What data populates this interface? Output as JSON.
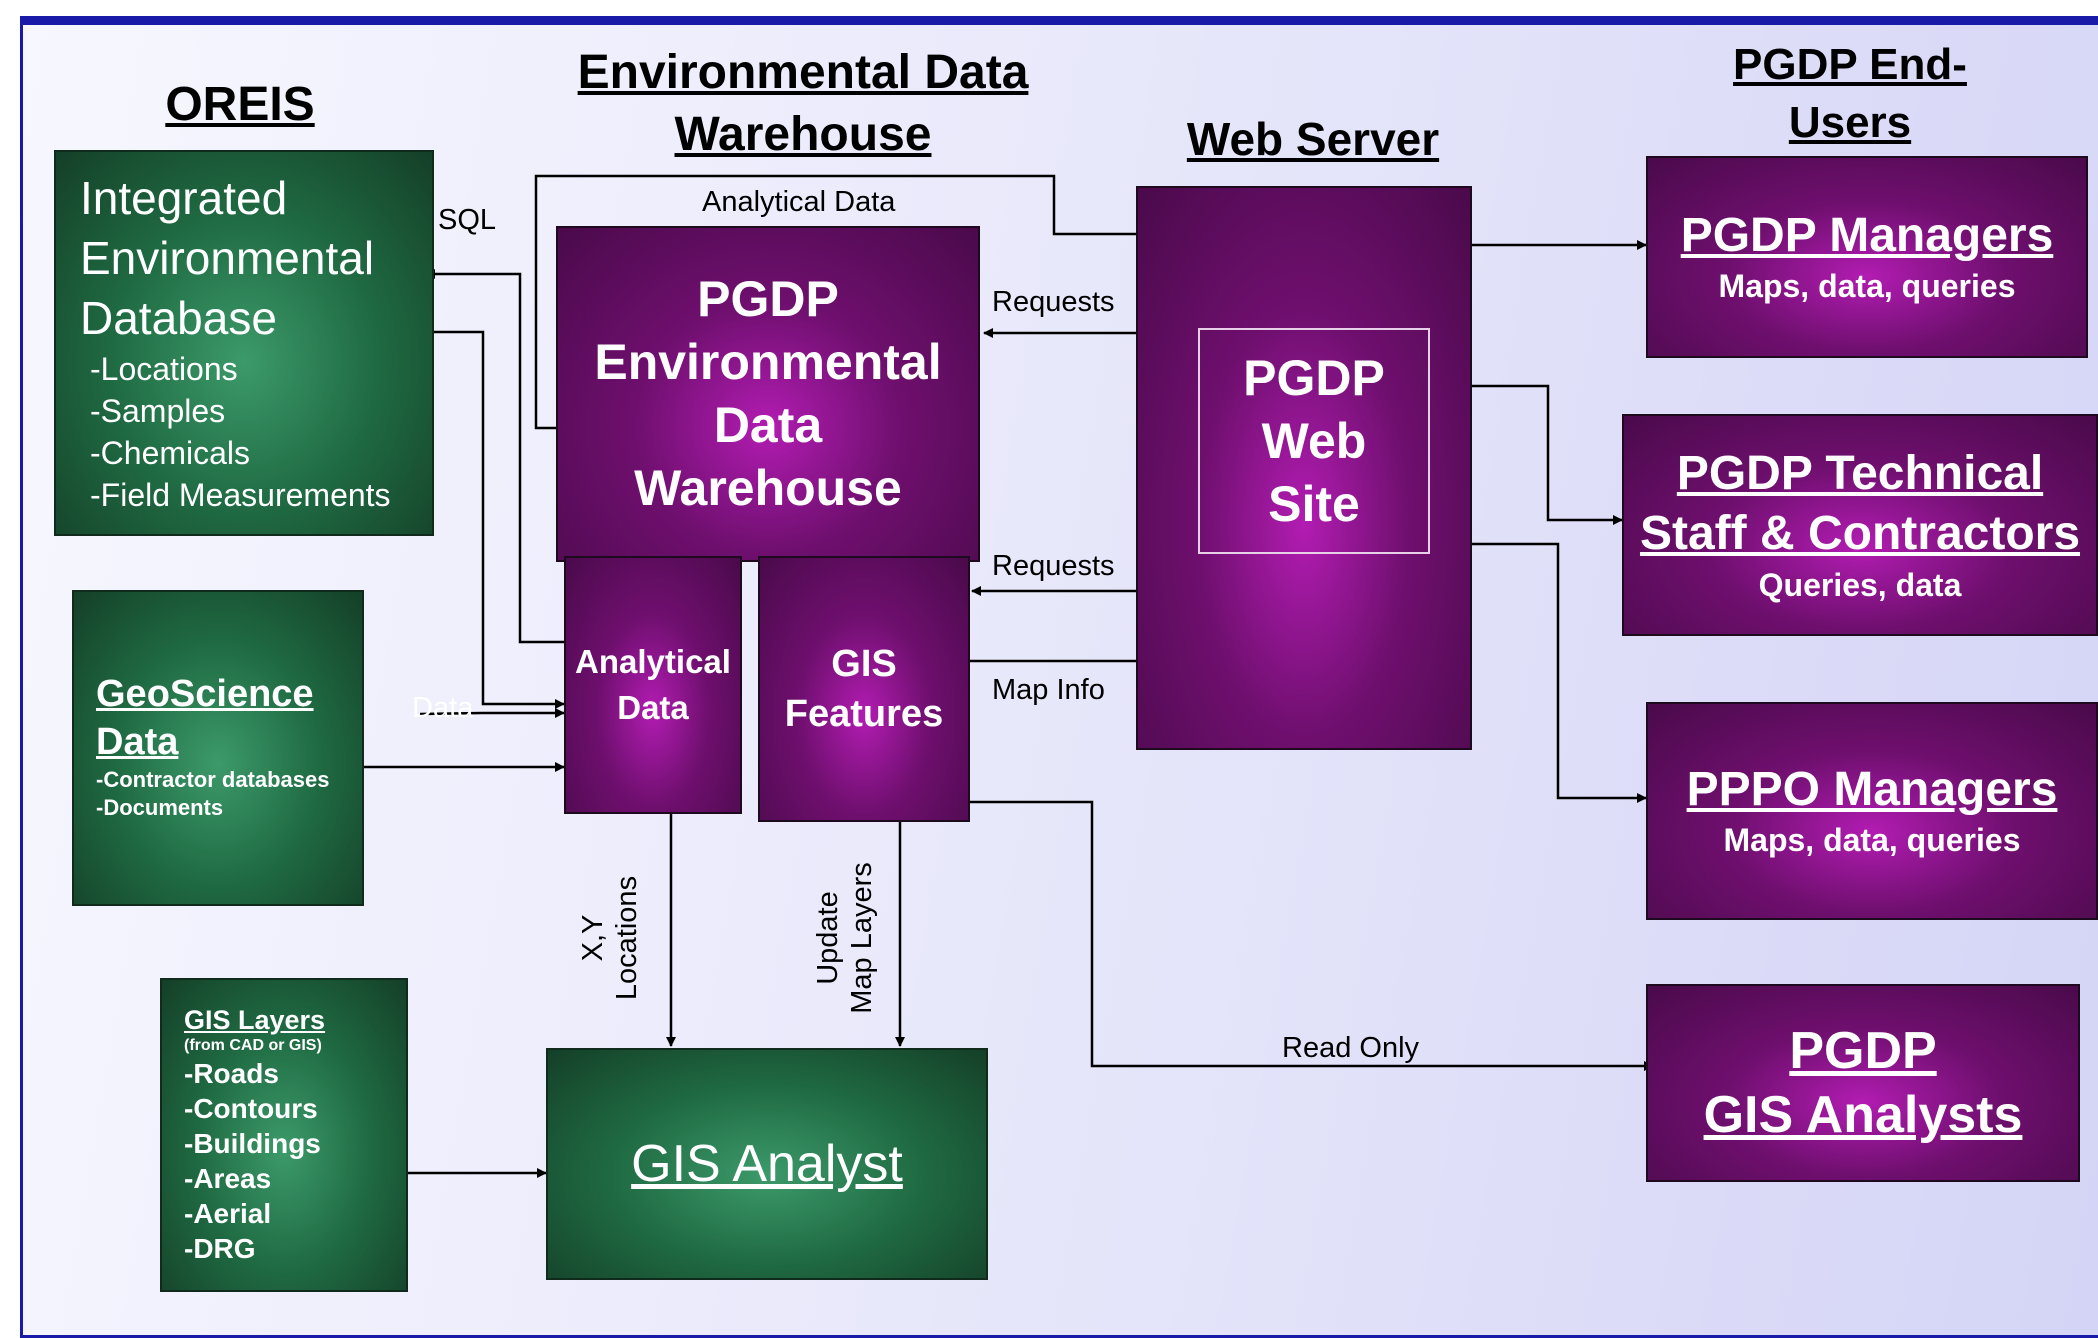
{
  "headings": {
    "oreis": "OREIS",
    "edw_line1": "Environmental Data",
    "edw_line2": "Warehouse",
    "web_server": "Web Server",
    "end_users_line1": "PGDP End-",
    "end_users_line2": "Users"
  },
  "boxes": {
    "ied": {
      "title_lines": [
        "Integrated",
        "Environmental",
        "Database"
      ],
      "items": [
        "-Locations",
        "-Samples",
        "-Chemicals",
        "-Field Measurements"
      ]
    },
    "warehouse": {
      "lines": [
        "PGDP",
        "Environmental",
        "Data",
        "Warehouse"
      ]
    },
    "analytical": {
      "lines": [
        "Analytical",
        "Data"
      ]
    },
    "gis_features": {
      "lines": [
        "GIS",
        "Features"
      ]
    },
    "geoscience": {
      "title_lines": [
        "GeoScience",
        "Data"
      ],
      "items": [
        "-Contractor databases",
        "-Documents"
      ]
    },
    "gis_layers": {
      "title": "GIS Layers",
      "subtitle": "(from CAD or GIS)",
      "items": [
        "-Roads",
        "-Contours",
        "-Buildings",
        "-Areas",
        "-Aerial",
        "-DRG"
      ]
    },
    "gis_analyst": {
      "label": "GIS Analyst"
    },
    "web_site": {
      "lines": [
        "PGDP",
        "Web",
        "Site"
      ]
    },
    "pgdp_managers": {
      "title": "PGDP Managers",
      "subtitle": "Maps, data, queries"
    },
    "technical_staff": {
      "title_lines": [
        "PGDP Technical",
        "Staff & Contractors"
      ],
      "subtitle": "Queries, data"
    },
    "pppo_managers": {
      "title": "PPPO Managers",
      "subtitle": "Maps, data, queries"
    },
    "gis_analysts": {
      "title_lines": [
        "PGDP",
        "GIS Analysts"
      ]
    }
  },
  "connectors": {
    "sql": "SQL",
    "analytical_data": "Analytical Data",
    "requests_1": "Requests",
    "requests_2": "Requests",
    "map_info": "Map Info",
    "data": "Data",
    "xy_line1": "X,Y",
    "xy_line2": "Locations",
    "update_line1": "Update",
    "update_line2": "Map Layers",
    "read_only": "Read Only"
  },
  "colors": {
    "frame_border": "#1a1aa8",
    "purple_box": "#6e0f6e",
    "green_box": "#1f6a42"
  }
}
